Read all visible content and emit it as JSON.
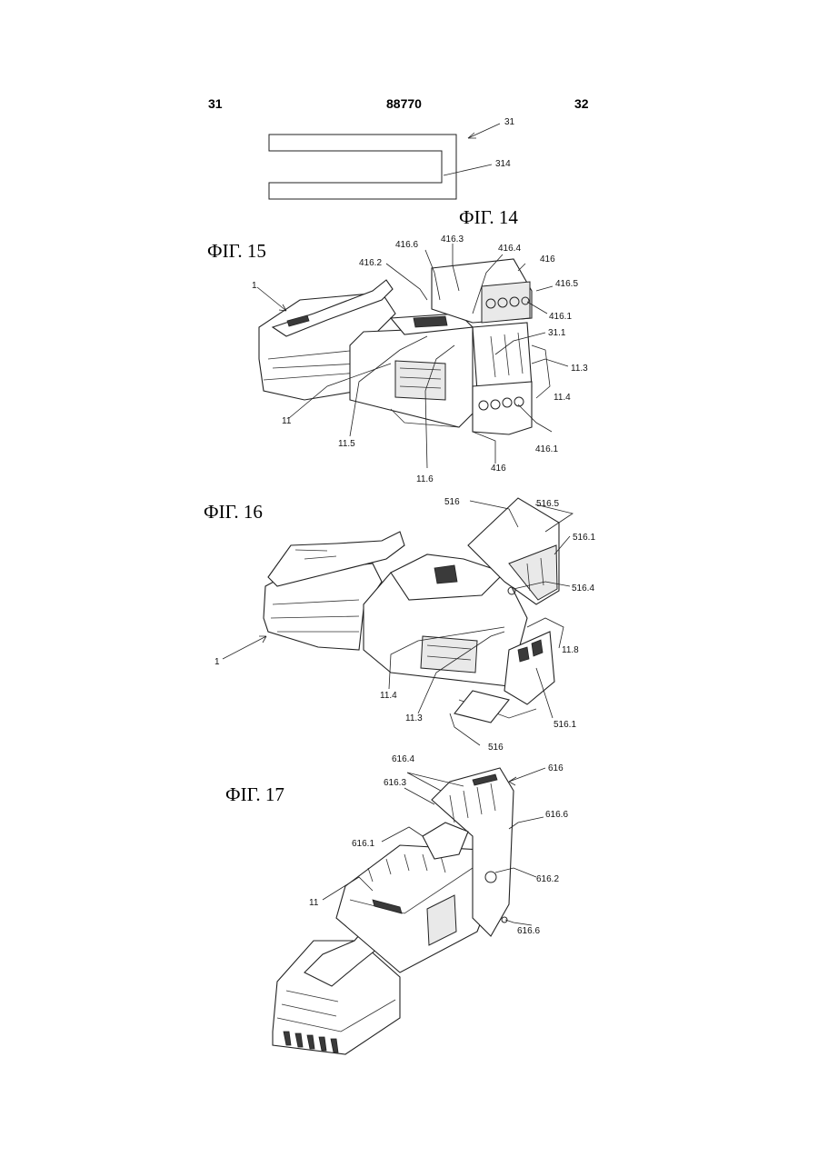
{
  "header": {
    "left_page": "31",
    "center_number": "88770",
    "right_page": "32"
  },
  "figures": [
    {
      "id": "fig14",
      "title": "ФIГ. 14",
      "labels": [
        "31",
        "314"
      ]
    },
    {
      "id": "fig15",
      "title": "ФIГ. 15",
      "labels": [
        "1",
        "416.2",
        "416.6",
        "416.3",
        "416.4",
        "416",
        "416.5",
        "416.1",
        "31.1",
        "11.3",
        "11.4",
        "416.1",
        "416",
        "11.6",
        "11.5",
        "11"
      ]
    },
    {
      "id": "fig16",
      "title": "ФIГ. 16",
      "labels": [
        "516",
        "516.5",
        "516.1",
        "516.4",
        "11.8",
        "516.1",
        "516",
        "11.3",
        "11.4",
        "1"
      ]
    },
    {
      "id": "fig17",
      "title": "ФIГ. 17",
      "labels": [
        "616.4",
        "616.3",
        "616",
        "616.6",
        "616.1",
        "11",
        "616.2",
        "616.6"
      ]
    }
  ]
}
